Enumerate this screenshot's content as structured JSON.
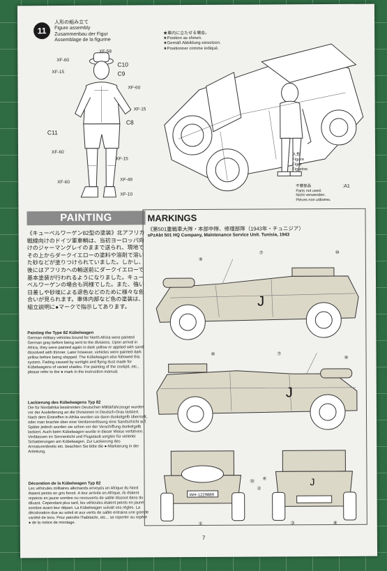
{
  "step": {
    "number": "11",
    "title_lines": [
      "人形の組み立て",
      "Figure assembly",
      "Zusammenbau der Figur",
      "Assemblage de la figurine"
    ]
  },
  "notes": [
    "★車内に立たせる場合。",
    "★Position as shown.",
    "★Gemäß Abbildung einsetzen.",
    "★Positionner comme indiqué."
  ],
  "figure_callouts": {
    "xf58": "XF-58",
    "xf60a": "XF-60",
    "c10": "C10",
    "xf15a": "XF-15",
    "c9": "C9",
    "xf60b": "XF-60",
    "xf15b": "XF-15",
    "c8": "C8",
    "c11": "C11",
    "xf60c": "XF-60",
    "xf15c": "XF-15",
    "xf49": "XF-49",
    "xf60d": "XF-60",
    "xf10": "XF-10"
  },
  "figure_label_lines": [
    "人形",
    "Figure",
    "Figur",
    "Figurine."
  ],
  "parts_not_used_lines": [
    "不要部品",
    "Parts not used.",
    "Nicht verwenden.",
    "Pièces non utilisées."
  ],
  "parts_code": ":A1",
  "painting": {
    "header": "PAINTING",
    "jp_text": "《キューベルワーゲン82型の塗装》北アフリカ戦線向けのドイツ軍車輌は、当初ヨーロッパ向けのジャーマングレイのままで送られ、現地でその上からダークイエローの塗料や溶剤で溶いた砂などが塗りつけられていました。しかし、後にはアフリカへの輸送前にダークイエローで基本塗装が行われるようになりました。キューベルワーゲンの場合も同様でした。また、強い日差しや砂埃による退色などのために様々な色合いが見られます。車体内部など色の塗装は、組立説明に●マークで指示してあります。",
    "en_title": "Painting the Type 82 Kübelwagen",
    "en_text": "German military vehicles bound for North Africa were painted German gray before being sent to the divisions. Upon arrival in Africa, they were painted again in dark yellow or applied with sand dissolved with thinner. Later however, vehicles were painted dark yellow before being shipped. The Kübelwagen also followed this system. Fading caused by sunlight and flying dust made for Kübelwagens of varied shades. For painting of the cockpit, etc., please refer to the ● mark in the instruction manual.",
    "de_title": "Lackierung des Kübelwagens Typ 82",
    "de_text": "Die für Nordafrika bestimmten Deutschen Militärfahrzeuge wurden vor der Auslieferung an die Divisionen in Deutsch-Grau lackiert. Nach dem Eintreffen in Afrika wurden sie dann dunkelgelb übermalt, oder man brachte über eine Verdünnerlösung eine Sandschicht auf. Später jedoch wurden sie schon vor der Verschiffung dunkelgelb lackiert. Auch beim Kübelwagen wurde in dieser Weise verfahren. Verblassen im Sonnenlicht und Flugstaub sorgten für vielerlei Schattierungen am Kübelwagen. Zur Lackierung des Armaturenbretts etc. beachten Sie bitte die ●-Markierung in der Anleitung.",
    "fr_title": "Décoration de la Kübelwagen Typ 82",
    "fr_text": "Les véhicules militaires allemands envoyés en Afrique du Nord étaient peints en gris foncé. A leur arrivée en Afrique, ils étaient repeints en jaune sombre ou recouverts de sable dissout dans du diluant. Cependant plus tard, les véhicules étaient peints en jaune sombre avant leur départ. La Kübelwagen suivait ces règles. La décoloration due au soleil et aux vents de sable entraina une grande variété de tons. Pour peindre l'habitacle, etc... se reporter au repère ● de la notice de montage."
  },
  "markings": {
    "header": "MARKINGS",
    "jp_caption": "《第501重戦車大隊・本部中隊、修理部隊（1943年・チュニジア）",
    "en_caption": "sPzAbt 501 HQ Company, Maintenance Service Unit. Tunisia, 1943",
    "callouts": {
      "top_9": "⑨",
      "top_7": "⑦",
      "top_10": "⑩",
      "mid_10": "⑩",
      "mid_7": "⑦",
      "mid_9": "⑨",
      "front_1": "①",
      "front_14": "⑭",
      "rear_2": "②",
      "rear_4": "④",
      "rear_3": "③",
      "rear_8": "⑧"
    },
    "tactical_letter": "J",
    "plate": "WH-1229889"
  },
  "page_number": "7"
}
